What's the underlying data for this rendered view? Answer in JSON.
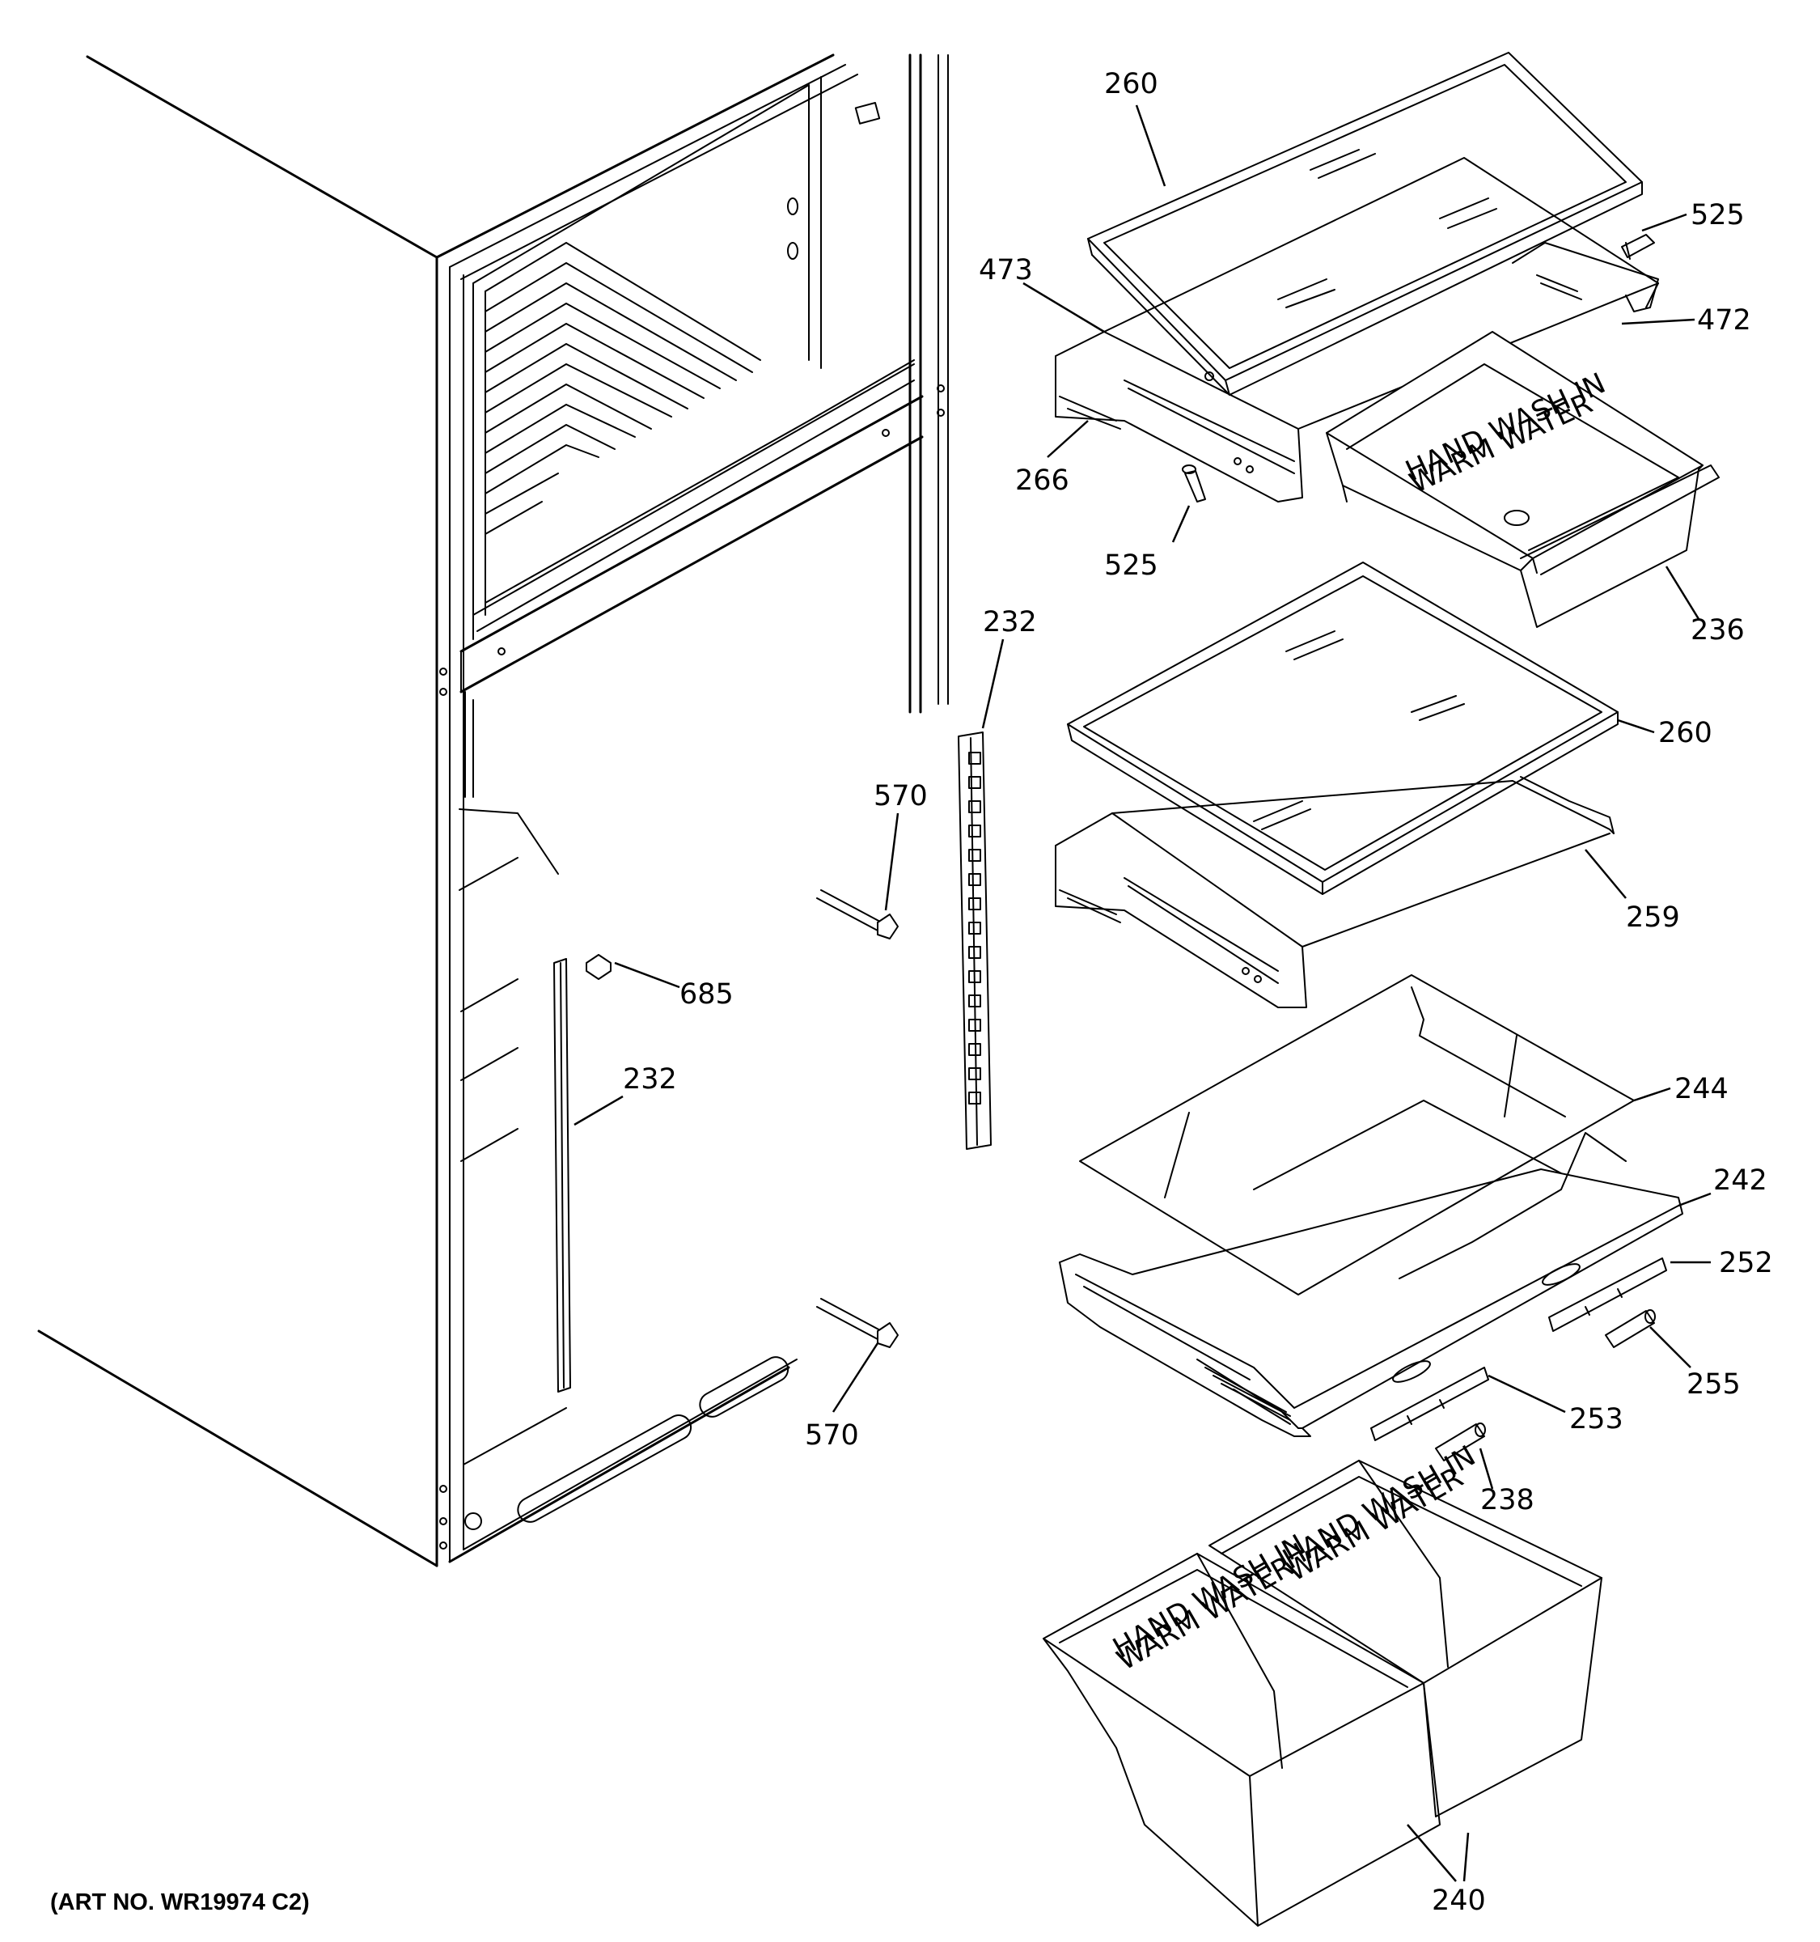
{
  "art_number": "(ART NO. WR19974 C2)",
  "callouts": {
    "c260_top": "260",
    "c525_top": "525",
    "c473": "473",
    "c472": "472",
    "c266": "266",
    "c525_bottom": "525",
    "c236": "236",
    "c232_right": "232",
    "c260_mid": "260",
    "c570_top": "570",
    "c259": "259",
    "c685": "685",
    "c232_left": "232",
    "c244": "244",
    "c242": "242",
    "c252": "252",
    "c255": "255",
    "c253": "253",
    "c570_bottom": "570",
    "c238": "238",
    "c240": "240"
  }
}
